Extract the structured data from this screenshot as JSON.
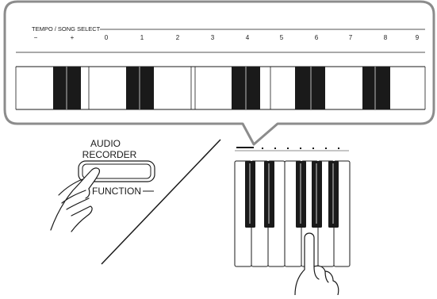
{
  "keyboard": {
    "header_label": "TEMPO / SONG SELECT",
    "minus_label": "−",
    "plus_label": "+",
    "number_labels": [
      "0",
      "1",
      "2",
      "3",
      "4",
      "5",
      "6",
      "7",
      "8",
      "9"
    ]
  },
  "controls": {
    "audio_recorder_line1": "AUDIO",
    "audio_recorder_line2": "RECORDER",
    "function_label": "FUNCTION"
  },
  "colors": {
    "callout_stroke": "#8c8c8c",
    "key_black": "#1a1a1a",
    "line": "#1a1a1a"
  }
}
